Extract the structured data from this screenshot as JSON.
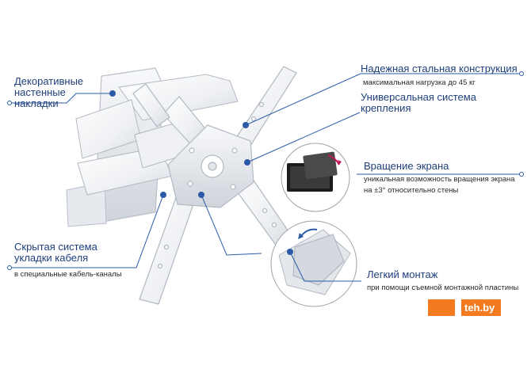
{
  "colors": {
    "accent": "#1e3f7a",
    "line": "#2b5ba8",
    "brand": "#f47a20"
  },
  "callouts": {
    "decor": {
      "title_lines": [
        "Декоративные",
        "настенные",
        "накладки"
      ]
    },
    "steel": {
      "title": "Надежная стальная конструкция",
      "subtitle": "максимальная нагрузка до 45 кг"
    },
    "universal": {
      "title_lines": [
        "Универсальная система",
        "крепления"
      ]
    },
    "rotation": {
      "title": "Вращение экрана",
      "subtitle_lines": [
        "уникальная возможность вращения экрана",
        "на ±3° относительно стены"
      ]
    },
    "cable": {
      "title_lines": [
        "Скрытая система",
        "укладки кабеля"
      ],
      "subtitle": "в специальные кабель-каналы"
    },
    "mount": {
      "title": "Легкий монтаж",
      "subtitle": "при помощи съемной монтажной пластины"
    }
  },
  "watermark": {
    "text": "teh.by"
  }
}
